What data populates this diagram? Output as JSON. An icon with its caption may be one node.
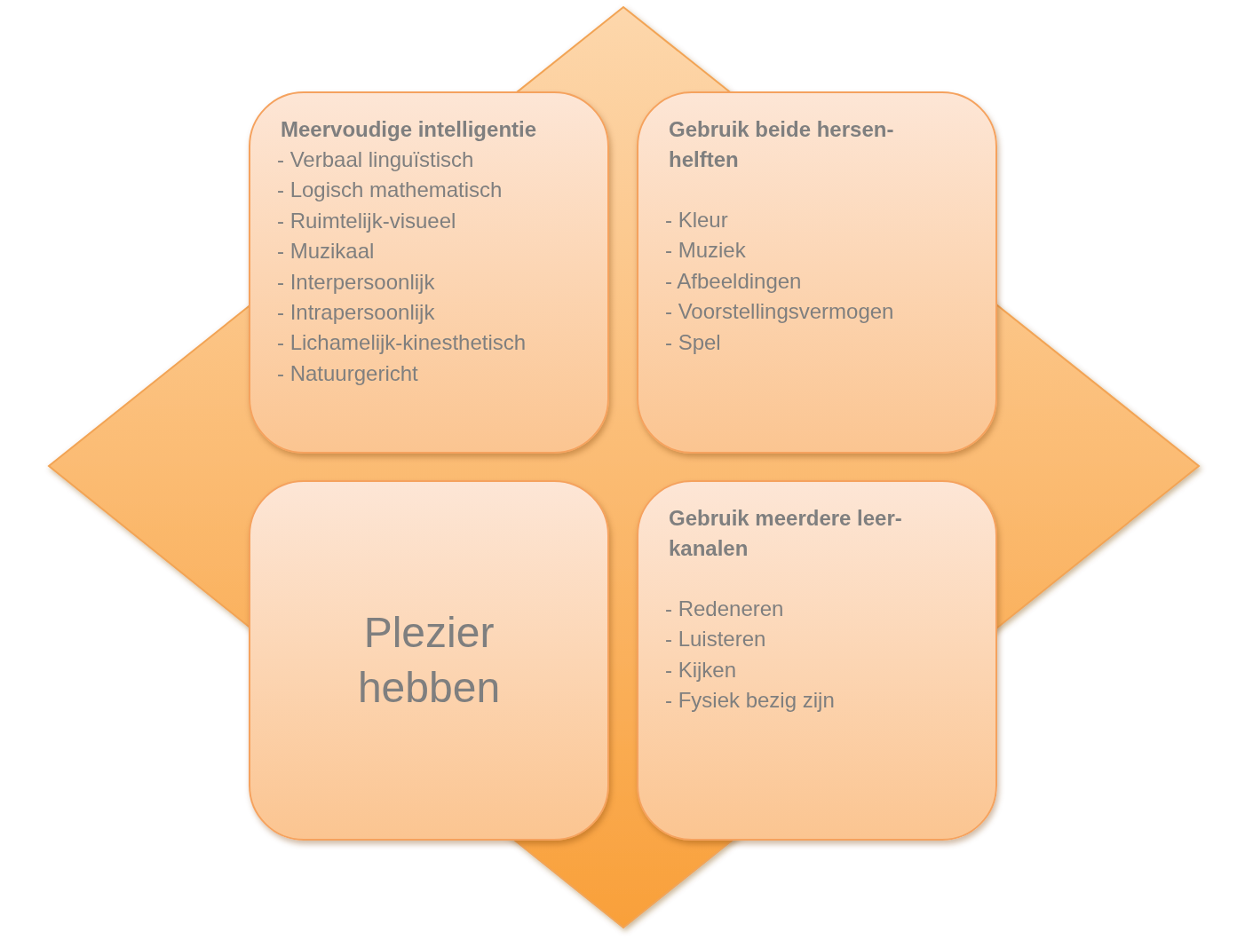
{
  "diagram": {
    "nodes": [
      {
        "text": [
          "Meervoudige intelligentie",
          "- Verbaal linguïstisch",
          "- Logisch mathematisch",
          "- Ruimtelijk-visueel",
          "- Muzikaal",
          "- Interpersoonlijk",
          "- Intrapersoonlijk",
          "- Lichamelijk-kinesthetisch",
          "- Natuurgericht"
        ]
      },
      {
        "text": [
          "Gebruik beide hersen- helften",
          "- Kleur",
          "- Muziek",
          "- Afbeeldingen",
          "- Voorstellingsvermogen",
          "- Spel"
        ]
      },
      {
        "text": [
          "Plezier hebben"
        ]
      },
      {
        "text": [
          "Gebruik meerdere leer- kanalen",
          "- Redeneren",
          "- Luisteren",
          "- Kijken",
          "- Fysiek bezig zijn"
        ]
      }
    ]
  }
}
